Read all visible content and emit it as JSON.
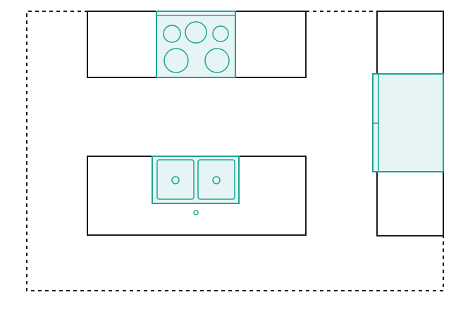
{
  "diagram": {
    "kind": "kitchen-floor-plan",
    "colors": {
      "background": "#ffffff",
      "outline": "#1b1b1b",
      "appliance_stroke": "#1aa58f",
      "appliance_fill": "#e7f4f6"
    },
    "elements": [
      {
        "id": "room-boundary",
        "type": "dashed-boundary"
      },
      {
        "id": "back-counter",
        "type": "counter"
      },
      {
        "id": "cooktop",
        "type": "appliance",
        "icon": "cooktop-icon",
        "burners": 5
      },
      {
        "id": "island-counter",
        "type": "counter"
      },
      {
        "id": "double-sink",
        "type": "appliance",
        "icon": "sink-icon",
        "basins": 2
      },
      {
        "id": "faucet",
        "type": "fixture",
        "icon": "faucet-icon"
      },
      {
        "id": "side-counter",
        "type": "counter"
      },
      {
        "id": "refrigerator",
        "type": "appliance",
        "icon": "refrigerator-icon"
      }
    ]
  }
}
